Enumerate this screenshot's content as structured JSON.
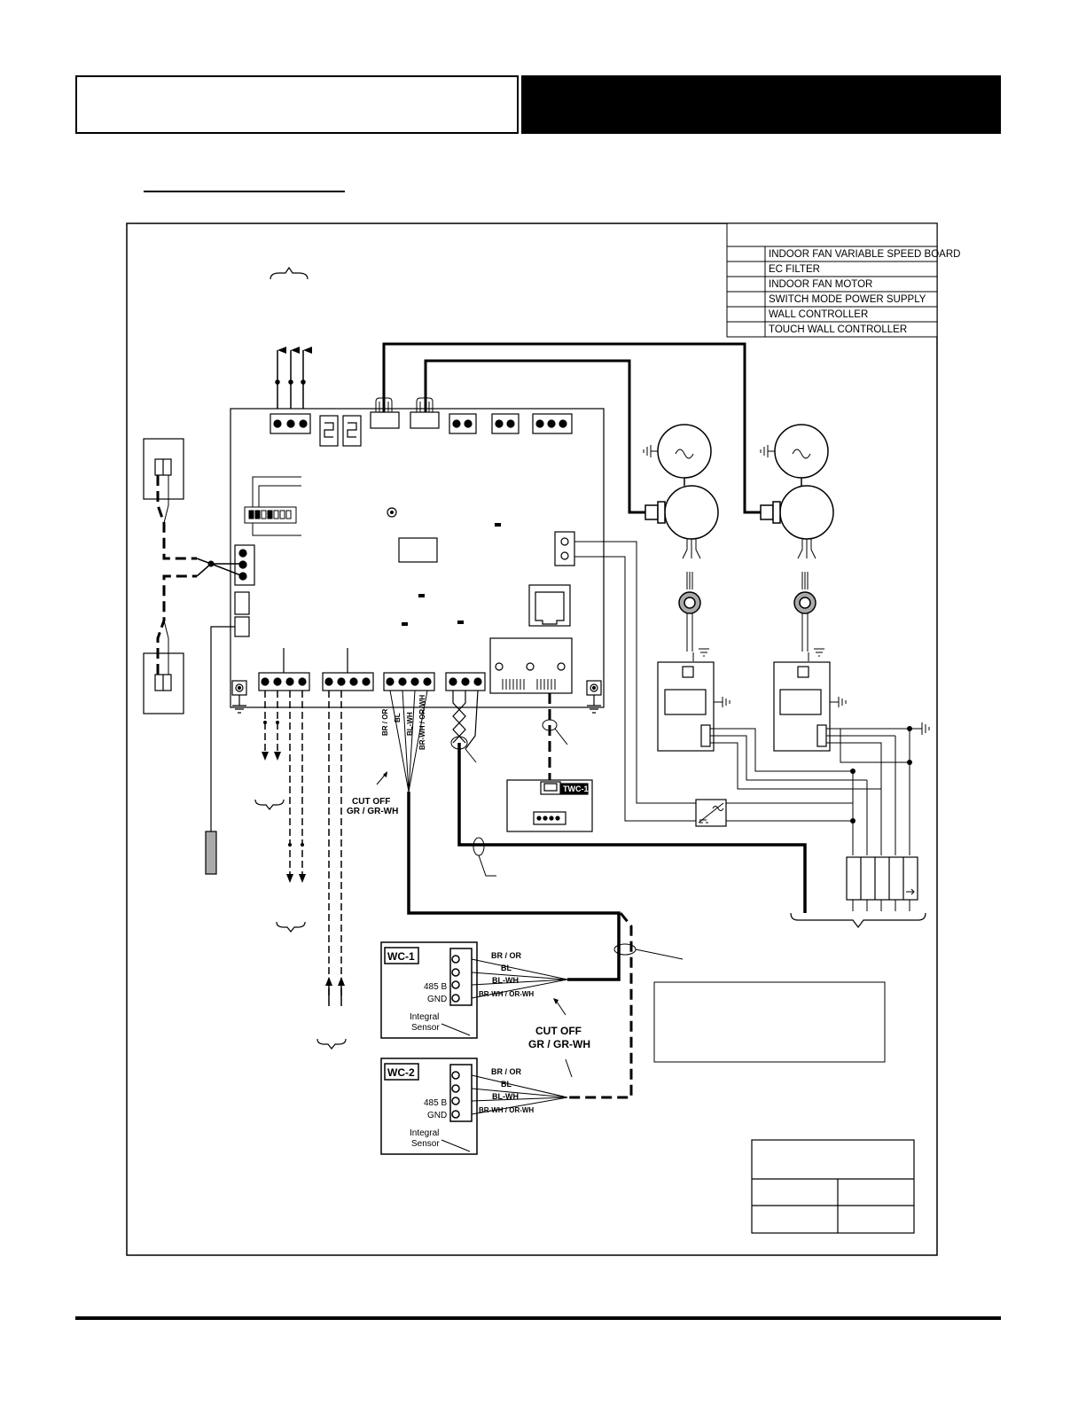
{
  "legend": {
    "items": [
      {
        "label": "INDOOR FAN VARIABLE SPEED BOARD"
      },
      {
        "label": "EC FILTER"
      },
      {
        "label": "INDOOR FAN MOTOR"
      },
      {
        "label": "SWITCH MODE POWER SUPPLY"
      },
      {
        "label": "WALL CONTROLLER"
      },
      {
        "label": "TOUCH WALL CONTROLLER"
      }
    ]
  },
  "twc1": {
    "label": "TWC-1"
  },
  "cutoff_top": {
    "line1": "CUT OFF",
    "line2": "GR / GR-WH"
  },
  "cutoff_bottom": {
    "line1": "CUT OFF",
    "line2": "GR / GR-WH"
  },
  "board_wires": {
    "w1": "BR / OR",
    "w2": "BL",
    "w3": "BL-WH",
    "w4": "BR-WH / OR-WH"
  },
  "wc1": {
    "label": "WC-1",
    "terminal_485": "485 B",
    "terminal_gnd": "GND",
    "sensor_line1": "Integral",
    "sensor_line2": "Sensor",
    "wires": {
      "w1": "BR / OR",
      "w2": "BL",
      "w3": "BL-WH",
      "w4": "BR-WH / OR-WH"
    }
  },
  "wc2": {
    "label": "WC-2",
    "terminal_485": "485 B",
    "terminal_gnd": "GND",
    "sensor_line1": "Integral",
    "sensor_line2": "Sensor",
    "wires": {
      "w1": "BR / OR",
      "w2": "BL",
      "w3": "BL-WH",
      "w4": "BR-WH / OR-WH"
    }
  },
  "colors": {
    "line": "#000000",
    "fill_grey": "#aaaaaa",
    "background": "#ffffff"
  }
}
